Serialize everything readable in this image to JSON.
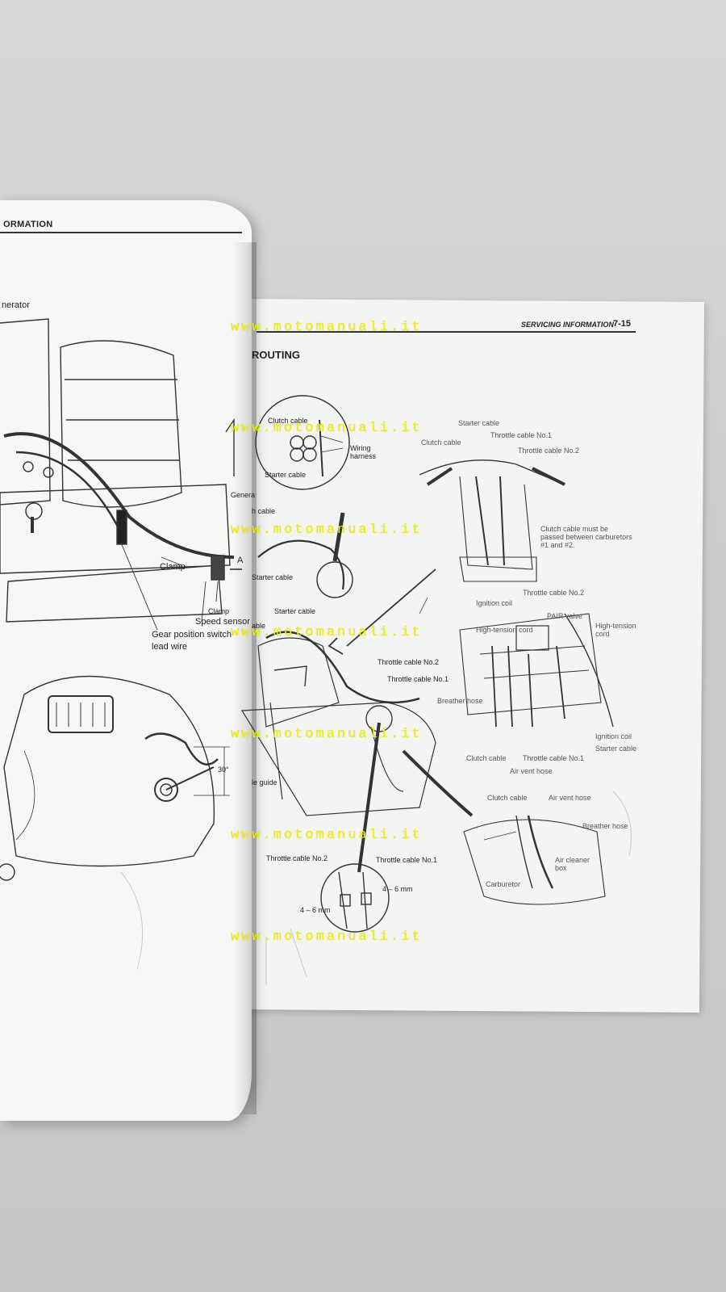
{
  "left_page": {
    "header": "ORMATION",
    "labels": {
      "generator": "nerator",
      "clamp1": "Clamp",
      "clamp2": "Clamp",
      "speed_sensor": "Speed sensor",
      "gear_switch_1": "Gear position switch",
      "gear_switch_2": "lead wire",
      "cable": "h cable",
      "generator2": "Genera",
      "arrow_a": "A",
      "angle": "30°"
    }
  },
  "right_page": {
    "header": "SERVICING INFORMATION",
    "page_number": "7-15",
    "section_title": "ROUTING",
    "labels": {
      "clutch_cable_top": "Clutch cable",
      "wiring_harness_1": "Wiring",
      "wiring_harness_2": "harness",
      "starter_cable_top": "Starter cable",
      "starter_cable_mid": "Starter cable",
      "starter_cable_low": "Starter cable",
      "cable_guide": "le guide",
      "able": "able",
      "throttle_no2_mid": "Throttle cable No.2",
      "throttle_no1_mid": "Throttle cable No.1",
      "throttle_no2_bottom": "Throttle cable No.2",
      "throttle_no1_bottom": "Throttle cable No.1",
      "gap_left": "4 – 6 mm",
      "gap_right": "4 – 6 mm",
      "r_starter_cable": "Starter cable",
      "r_clutch_cable": "Clutch cable",
      "r_throttle_no1": "Throttle cable No.1",
      "r_throttle_no2": "Throttle cable No.2",
      "r_clutch_note_1": "Clutch cable must be",
      "r_clutch_note_2": "passed between carburetors",
      "r_clutch_note_3": "#1 and #2.",
      "r_throttle_no2_b": "Throttle cable No.2",
      "r_ignition_coil": "Ignition coil",
      "r_pair_valve": "PAIR valve",
      "r_high_tension_1": "High-tension",
      "r_high_tension_2": "cord",
      "r_high_tension_cord": "High-tension cord",
      "r_breather_hose": "Breather hose",
      "r_ignition_coil_2": "Ignition coil",
      "r_starter_cable_2": "Starter cable",
      "r_clutch_cable_2": "Clutch cable",
      "r_throttle_no1_2": "Throttle cable No.1",
      "r_air_vent_hose": "Air vent hose",
      "r_clutch_cable_3": "Clutch cable",
      "r_air_vent_hose_2": "Air vent hose",
      "r_breather_hose_2": "Breather hose",
      "r_air_cleaner_1": "Air cleaner",
      "r_air_cleaner_2": "box",
      "r_carburetor": "Carburetor"
    }
  },
  "watermark": "www.motomanuali.it",
  "colors": {
    "watermark": "#f0f000",
    "page": "#f4f4f2",
    "ink": "#222222"
  }
}
